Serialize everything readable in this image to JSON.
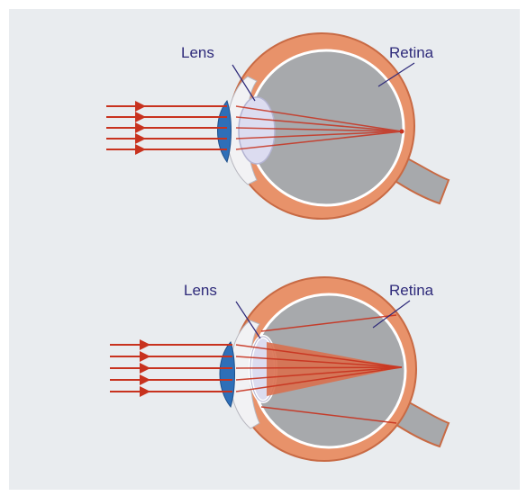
{
  "diagrams": [
    {
      "lens_label": "Lens",
      "retina_label": "Retina"
    },
    {
      "lens_label": "Lens",
      "retina_label": "Retina"
    }
  ],
  "colors": {
    "background": "#e9ecef",
    "sclera": "#e8926a",
    "sclera_edge": "#c86a44",
    "vitreous": "#a7a9ac",
    "retina_line": "#ffffff",
    "cornea": "#2e6fb8",
    "lens_fill": "#dcdcf0",
    "optic_nerve": "#a7a9ac",
    "light_ray": "#c8321e",
    "light_cone": "#d9704f",
    "label_text": "#2e2a7a"
  }
}
